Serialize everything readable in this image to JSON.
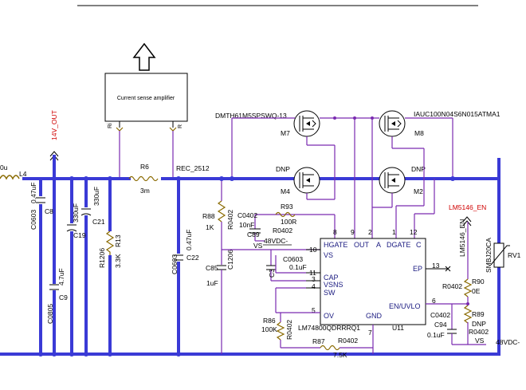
{
  "labels": {
    "current_sense_amplifier": "Current sense amplifier",
    "net_14v_out": "14V_OUT",
    "net_rec": "REC_2512",
    "net_48vdc_top": "48VDC-",
    "net_48vdc_bottom": "48VDC-",
    "net_vs": "VS",
    "net_vs2": "VS",
    "net_lm5146_en": "LM5146_EN",
    "net_lm5146_en_vert": "LM5146_EN",
    "left_ind_value": "0u",
    "l4": "L4",
    "ri": "Ri",
    "r": "R"
  },
  "mosfets": {
    "m7": {
      "part": "DMTH61M5SPSWQ-13",
      "ref": "M7"
    },
    "m8": {
      "part": "IAUC100N04S6N015ATMA1",
      "ref": "M8"
    },
    "m4": {
      "part": "DNP",
      "ref": "M4"
    },
    "m2": {
      "part": "DNP",
      "ref": "M2"
    }
  },
  "caps": {
    "c8": {
      "ref": "C8",
      "value": "0.47uF",
      "pkg": "C0603"
    },
    "c9": {
      "ref": "C9",
      "value": "4.7uF",
      "pkg": "C0805"
    },
    "c19": {
      "ref": "C19",
      "value": "330uF"
    },
    "c21": {
      "ref": "C21",
      "value": "330uF"
    },
    "c22": {
      "ref": "C22",
      "value": "0.47uF",
      "pkg": "C0603"
    },
    "c85": {
      "ref": "C85",
      "value": "1uF",
      "pkg": "C1206"
    },
    "c89": {
      "ref": "C89",
      "value": "10nF",
      "pkg": "C0402"
    },
    "c3": {
      "ref": "C3",
      "value": "0.1uF",
      "pkg": "C0603"
    },
    "c94": {
      "ref": "C94",
      "value": "0.1uF",
      "pkg": "C0402"
    }
  },
  "resistors": {
    "r6": {
      "ref": "R6",
      "value": "3m"
    },
    "r13": {
      "ref": "R13",
      "value": "3.3K",
      "pkg": "R1206"
    },
    "r88": {
      "ref": "R88",
      "value": "1K",
      "pkg": "R0402"
    },
    "r93": {
      "ref": "R93",
      "value": "100R",
      "pkg": "R0402"
    },
    "r86": {
      "ref": "R86",
      "value": "100K",
      "pkg": "R0402"
    },
    "r87": {
      "ref": "R87",
      "value": "7.5K",
      "pkg": "R0402"
    },
    "r90": {
      "ref": "R90",
      "value": "0E",
      "pkg": "R0402"
    },
    "r89": {
      "ref": "R89",
      "value": "DNP",
      "pkg": "R0402"
    }
  },
  "tvs": {
    "ref": "RV1",
    "part": "SMBJ20CA"
  },
  "ic": {
    "part": "LM74800QDRRRQ1",
    "ref": "U11",
    "pins_top": [
      {
        "num": "10",
        "name": "VS"
      },
      {
        "num": "8",
        "name": "HGATE"
      },
      {
        "num": "9",
        "name": "OUT"
      },
      {
        "num": "2",
        "name": "A"
      },
      {
        "num": "1",
        "name": "DGATE"
      },
      {
        "num": "12",
        "name": "C"
      }
    ],
    "pins_left": [
      {
        "num": "11",
        "name": "CAP"
      },
      {
        "num": "3",
        "name": "VSNS"
      },
      {
        "num": "4",
        "name": "SW"
      },
      {
        "num": "5",
        "name": "OV"
      }
    ],
    "pins_right": [
      {
        "num": "13",
        "name": "EP"
      },
      {
        "num": "6",
        "name": "EN/UVLO"
      }
    ],
    "gnd": "GND",
    "pin7": "7"
  }
}
